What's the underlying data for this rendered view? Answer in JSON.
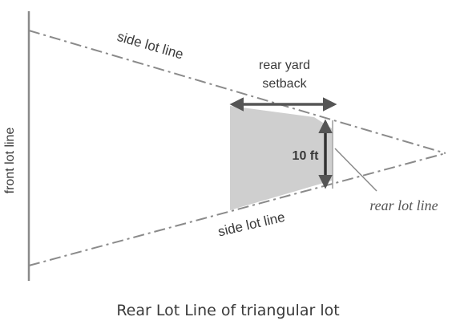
{
  "labels": {
    "side_lot_line_top": "side lot line",
    "side_lot_line_bottom": "side lot line",
    "front_lot_line": "front lot line",
    "rear_yard_setback_line1": "rear yard",
    "rear_yard_setback_line2": "setback",
    "dimension": "10 ft",
    "rear_lot_line": "rear lot line"
  },
  "caption": "Rear Lot Line of triangular lot",
  "colors": {
    "line": "#8a8a8a",
    "setback_fill": "#cfcfcf",
    "arrow": "#555555",
    "text": "#3a3a3a"
  }
}
